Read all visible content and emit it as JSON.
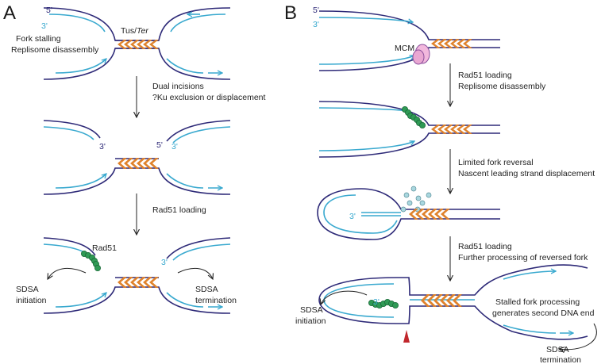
{
  "panels": {
    "a": "A",
    "b": "B"
  },
  "primes": {
    "five": "5'",
    "three": "3'"
  },
  "a": {
    "tus_ter": "Tus/Ter",
    "stall_line1": "Fork stalling",
    "stall_line2": "Replisome disassembly",
    "step1_line1": "Dual incisions",
    "step1_line2": "?Ku exclusion or displacement",
    "step2": "Rad51 loading",
    "rad51": "Rad51",
    "sdsa_init_1": "SDSA",
    "sdsa_init_2": "initiation",
    "sdsa_term_1": "SDSA",
    "sdsa_term_2": "termination"
  },
  "b": {
    "mcm": "MCM",
    "step1_line1": "Rad51 loading",
    "step1_line2": "Replisome disassembly",
    "step2_line1": "Limited fork reversal",
    "step2_line2": "Nascent leading strand displacement",
    "step3_line1": "Rad51 loading",
    "step3_line2": "Further processing of reversed fork",
    "sdsa_init_1": "SDSA",
    "sdsa_init_2": "initiation",
    "stalled_line1": "Stalled fork processing",
    "stalled_line2": "generates second DNA end",
    "sdsa_term_1": "SDSA",
    "sdsa_term_2": "termination"
  },
  "colors": {
    "parental": "#2e2a78",
    "nascent": "#39a9cf",
    "ter": "#e0832c",
    "rad51": "#2f9a55",
    "nuclease": "#c1272d"
  },
  "icons": {
    "ter_site": "chevron-array-icon",
    "rad51": "rad51-filament-icon",
    "mcm": "mcm-helicase-icon",
    "nuclease": "nuclease-triangle-icon"
  }
}
